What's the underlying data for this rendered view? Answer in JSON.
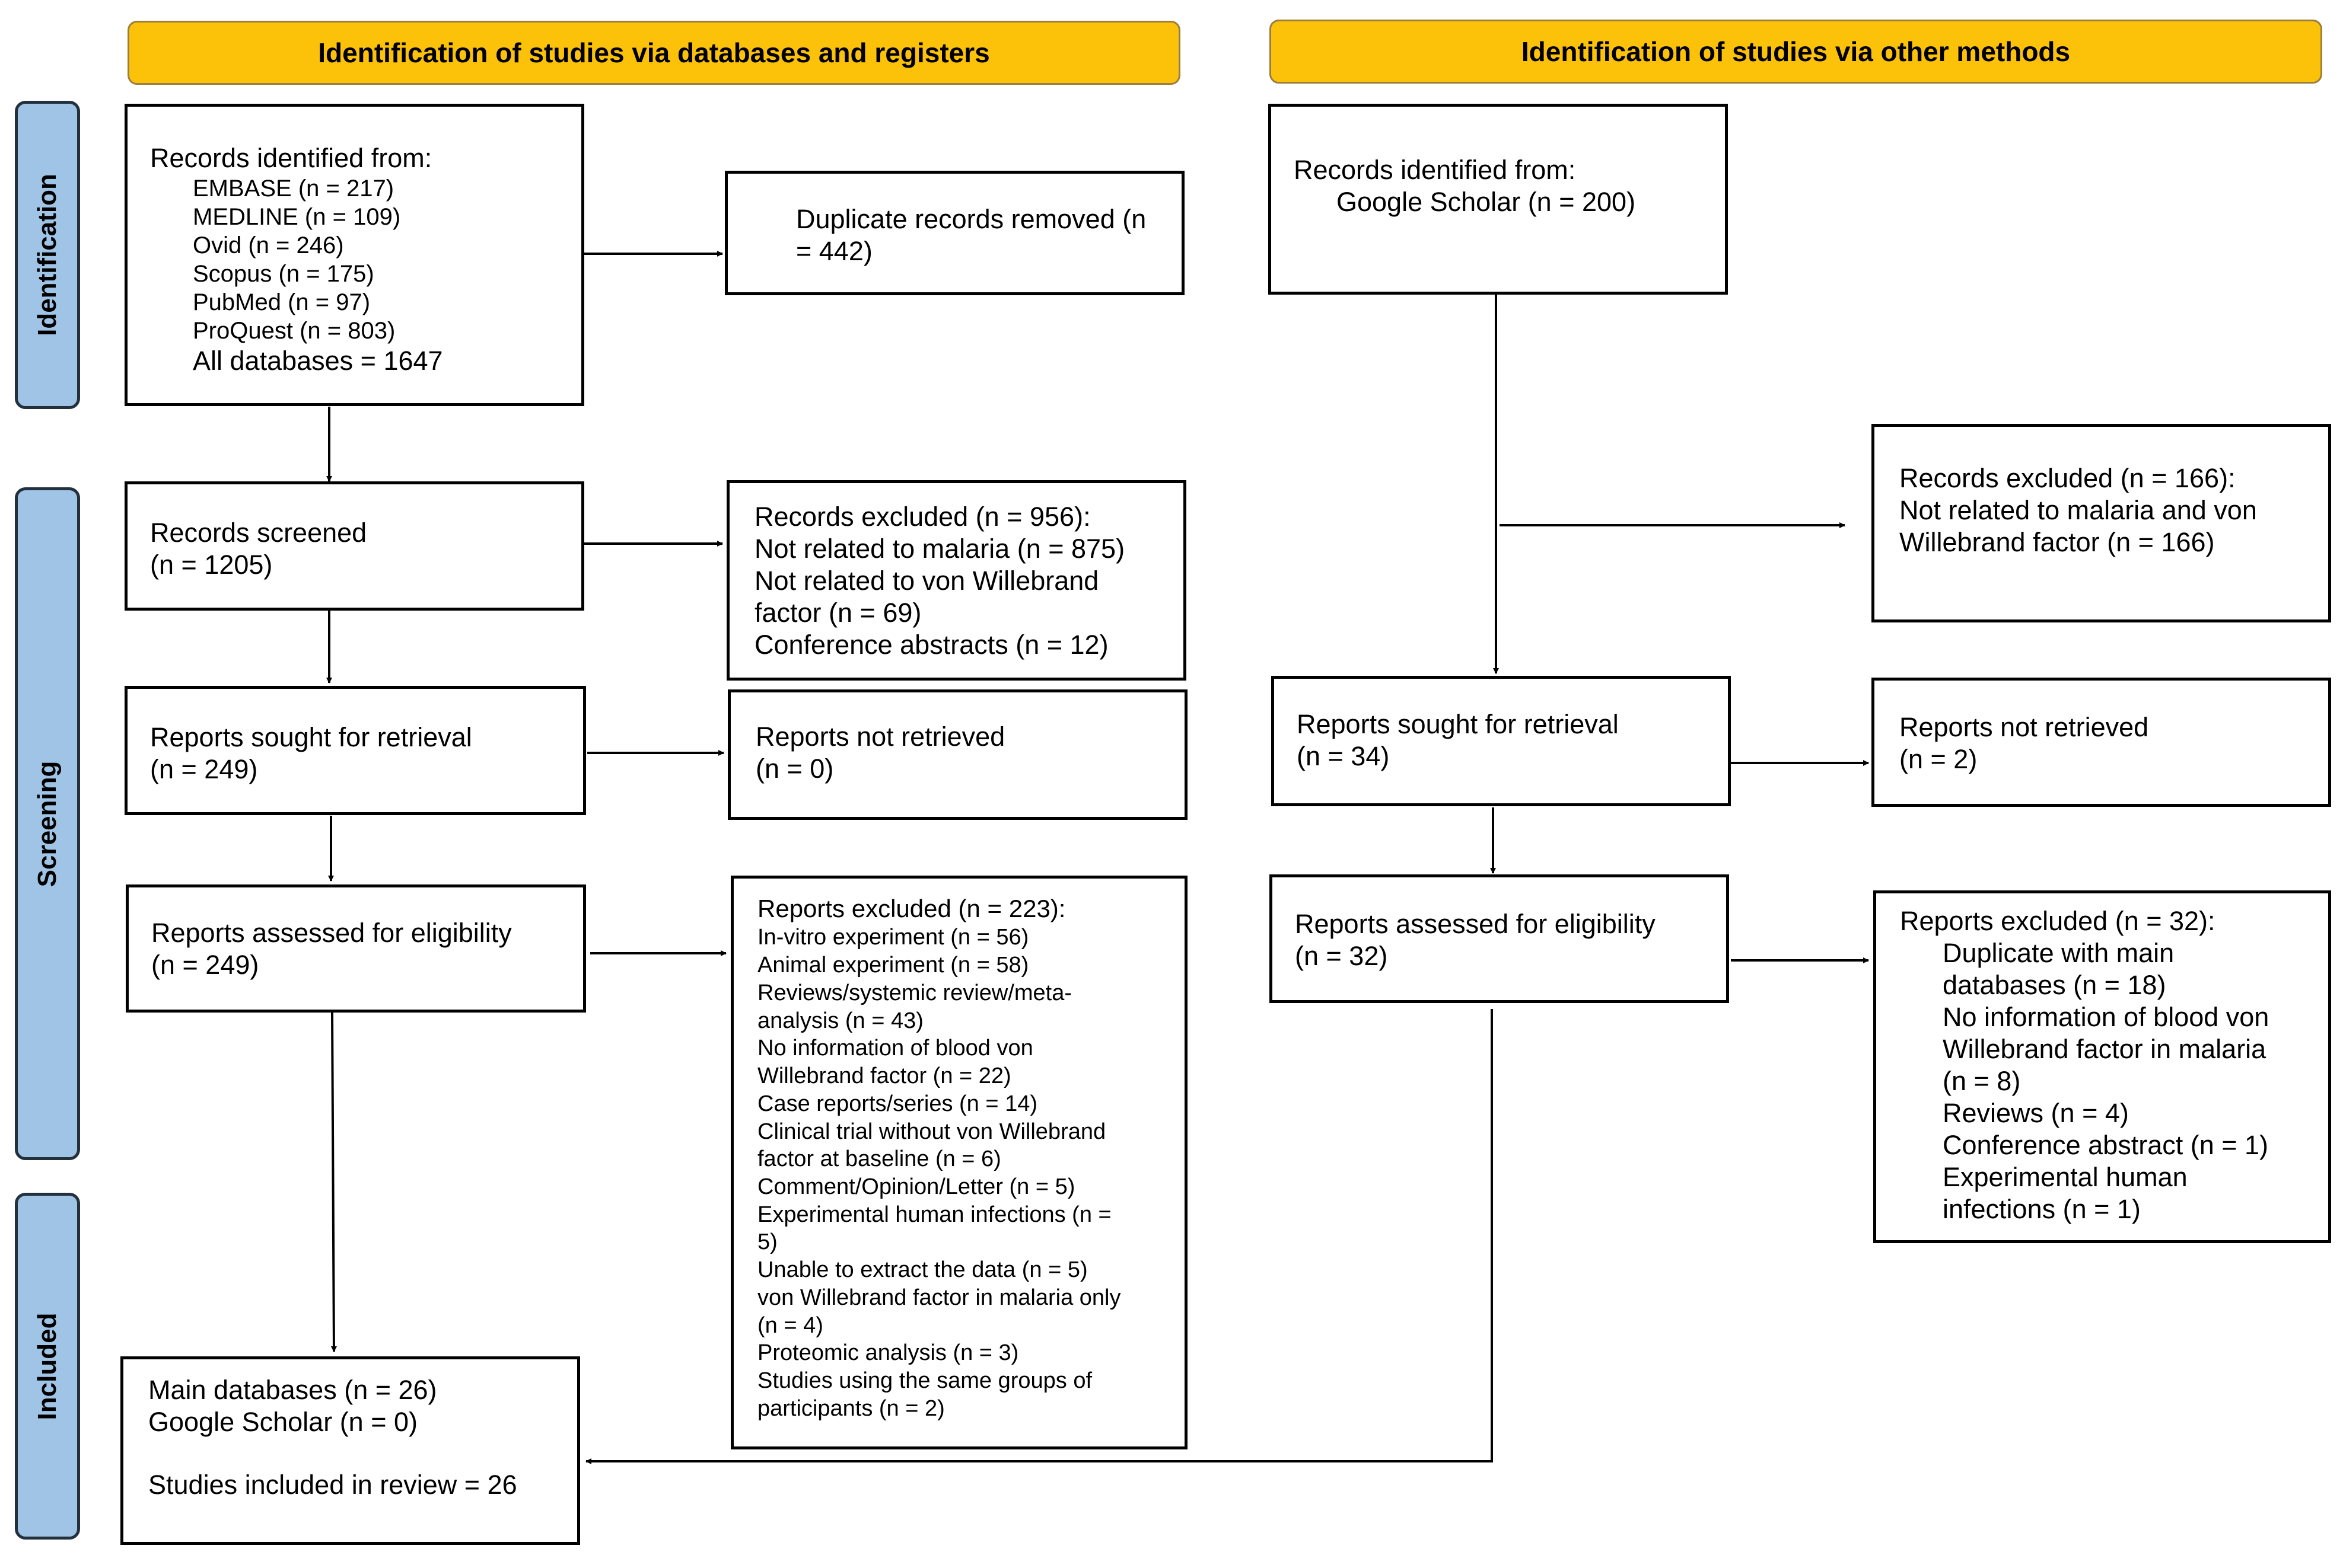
{
  "headers": {
    "left": "Identification of studies via databases and registers",
    "right": "Identification of studies via other methods"
  },
  "stages": {
    "identification": "Identification",
    "screening": "Screening",
    "included": "Included"
  },
  "left": {
    "records_identified": {
      "lead": "Records identified from:",
      "sources": [
        "EMBASE (n = 217)",
        "MEDLINE (n = 109)",
        "Ovid (n = 246)",
        "Scopus (n = 175)",
        "PubMed (n = 97)",
        "ProQuest (n = 803)"
      ],
      "total": "All databases = 1647"
    },
    "duplicates_removed": [
      "Duplicate records removed (n",
      "= 442)"
    ],
    "records_screened": [
      "Records screened",
      "(n = 1205)"
    ],
    "records_excluded": [
      "Records excluded (n = 956):",
      "Not related to malaria (n = 875)",
      "Not related to von Willebrand",
      "factor (n = 69)",
      "Conference abstracts (n = 12)"
    ],
    "reports_sought": [
      "Reports sought for retrieval",
      "(n = 249)"
    ],
    "reports_not_retrieved": [
      "Reports not retrieved",
      "(n = 0)"
    ],
    "reports_assessed": [
      "Reports assessed for eligibility",
      "(n = 249)"
    ],
    "reports_excluded": {
      "lead": "Reports excluded (n = 223):",
      "items": [
        "In-vitro experiment (n = 56)",
        "Animal experiment (n = 58)",
        "Reviews/systemic review/meta-",
        "analysis (n = 43)",
        "No information of blood von",
        "Willebrand factor (n = 22)",
        "Case reports/series (n = 14)",
        "Clinical trial without von Willebrand",
        "factor at baseline (n = 6)",
        "Comment/Opinion/Letter (n = 5)",
        "Experimental human infections (n =",
        "5)",
        "Unable to extract the data (n = 5)",
        "von Willebrand factor in malaria only",
        "(n = 4)",
        "Proteomic analysis (n = 3)",
        "Studies using the same groups of",
        "participants (n = 2)"
      ]
    },
    "included": {
      "lines": [
        "Main databases (n = 26)",
        "Google Scholar (n = 0)"
      ],
      "total": "Studies included in review = 26"
    }
  },
  "right": {
    "records_identified": {
      "lead": "Records identified from:",
      "source": "Google Scholar (n = 200)"
    },
    "records_excluded": [
      "Records excluded (n = 166):",
      "Not related to malaria and von",
      "Willebrand factor (n = 166)"
    ],
    "reports_sought": [
      "Reports sought for retrieval",
      "(n = 34)"
    ],
    "reports_not_retrieved": [
      "Reports not retrieved",
      "(n = 2)"
    ],
    "reports_assessed": [
      "Reports assessed for eligibility",
      "(n = 32)"
    ],
    "reports_excluded": {
      "lead": "Reports excluded (n = 32):",
      "items": [
        "Duplicate with main",
        "databases (n = 18)",
        "No information of blood von",
        "Willebrand factor in malaria",
        "(n = 8)",
        "Reviews (n = 4)",
        "Conference abstract (n = 1)",
        "Experimental human",
        "infections (n = 1)"
      ]
    }
  }
}
